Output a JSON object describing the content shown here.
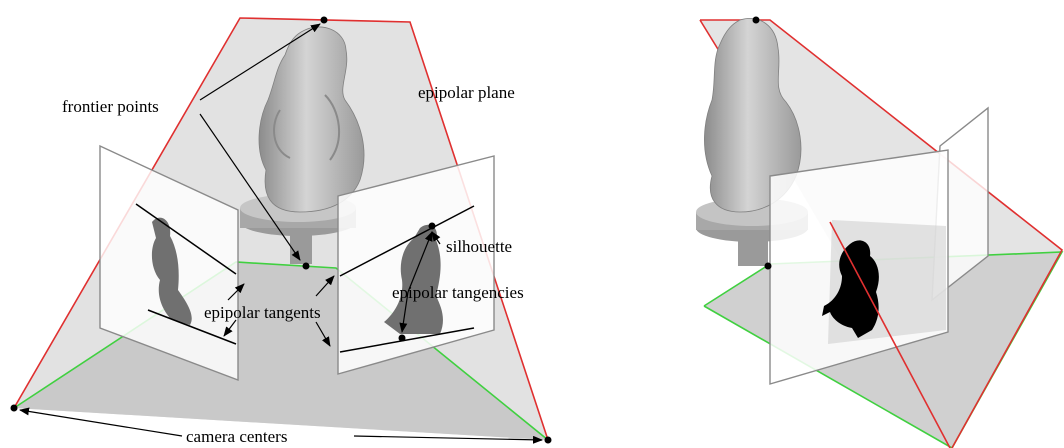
{
  "labels": {
    "frontier_points": "frontier points",
    "epipolar_plane": "epipolar plane",
    "silhouette": "silhouette",
    "epipolar_tangencies": "epipolar tangencies",
    "epipolar_tangents": "epipolar tangents",
    "camera_centers": "camera centers"
  },
  "colors": {
    "epipolar_plane_edge": "#e03030",
    "ground_plane_edge": "#40d040",
    "image_frame": "#8a8a8a",
    "plane_fill": "#d8d8d8",
    "ground_fill": "#cfcfcf",
    "statue": "#b4b4b4",
    "silhouette_fill_left": "#707070",
    "silhouette_fill_right": "#000000",
    "point": "#000000"
  },
  "icons": [
    "statue-figure",
    "silhouette-shape"
  ]
}
